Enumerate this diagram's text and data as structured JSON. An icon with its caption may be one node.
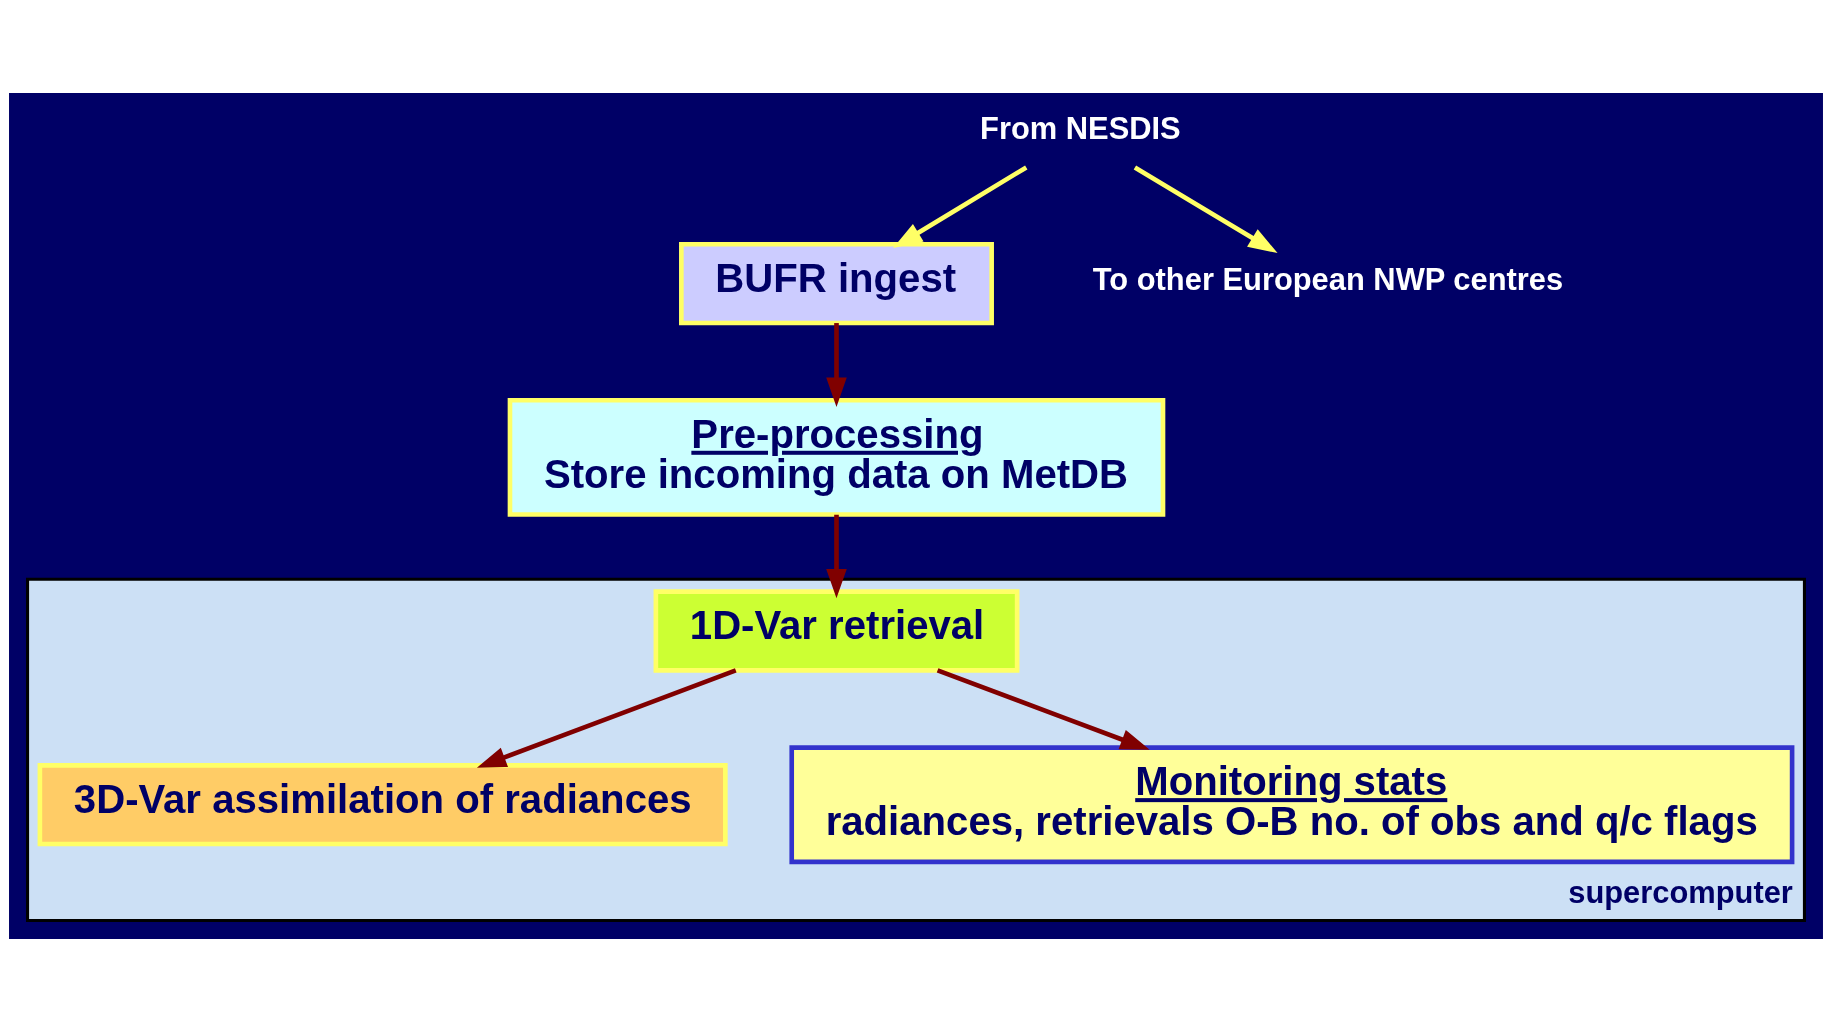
{
  "diagram": {
    "nodes": [
      {
        "text": [
          "From NESDIS"
        ]
      },
      {
        "text": [
          "BUFR ingest"
        ]
      },
      {
        "text": [
          "To other European NWP centres"
        ]
      },
      {
        "text": [
          "Pre-processing",
          "Store incoming data on MetDB"
        ]
      },
      {
        "text": [
          "supercomputer"
        ]
      },
      {
        "text": [
          "1D-Var retrieval"
        ],
        "in": 4
      },
      {
        "text": [
          "3D-Var assimilation of radiances"
        ],
        "in": 4
      },
      {
        "text": [
          "Monitoring stats",
          "radiances, retrievals O-B no. of obs and q/c flags"
        ],
        "in": 4
      }
    ],
    "edges": [
      {
        "from": 0,
        "to": 1,
        "arrow": "to",
        "color": "#ffff66"
      },
      {
        "from": 0,
        "to": 2,
        "arrow": "to",
        "color": "#ffff66"
      },
      {
        "from": 1,
        "to": 3,
        "arrow": "to"
      },
      {
        "from": 3,
        "to": 5,
        "arrow": "to"
      },
      {
        "from": 5,
        "to": 7,
        "arrow": "to"
      },
      {
        "from": 5,
        "to": 6,
        "arrow": "to"
      }
    ]
  }
}
